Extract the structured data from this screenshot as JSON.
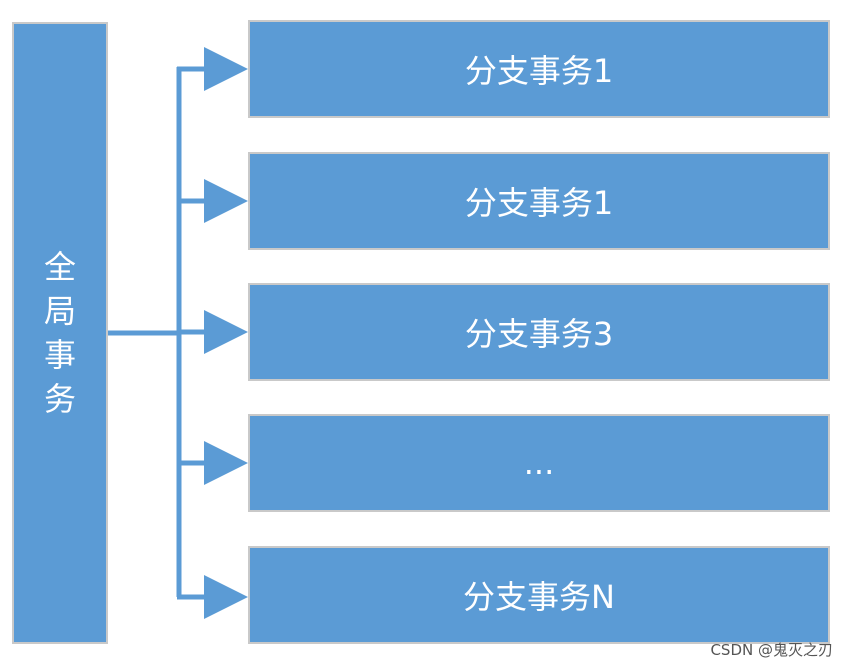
{
  "diagram": {
    "global_label": "全局事务",
    "branches": [
      {
        "label": "分支事务1"
      },
      {
        "label": "分支事务1"
      },
      {
        "label": "分支事务3"
      },
      {
        "label": "..."
      },
      {
        "label": "分支事务N"
      }
    ],
    "colors": {
      "box_fill": "#5b9bd5",
      "box_border": "#c9c9c9",
      "connector": "#5b9bd5",
      "text": "#ffffff"
    }
  },
  "watermark": "CSDN @鬼灭之刃"
}
